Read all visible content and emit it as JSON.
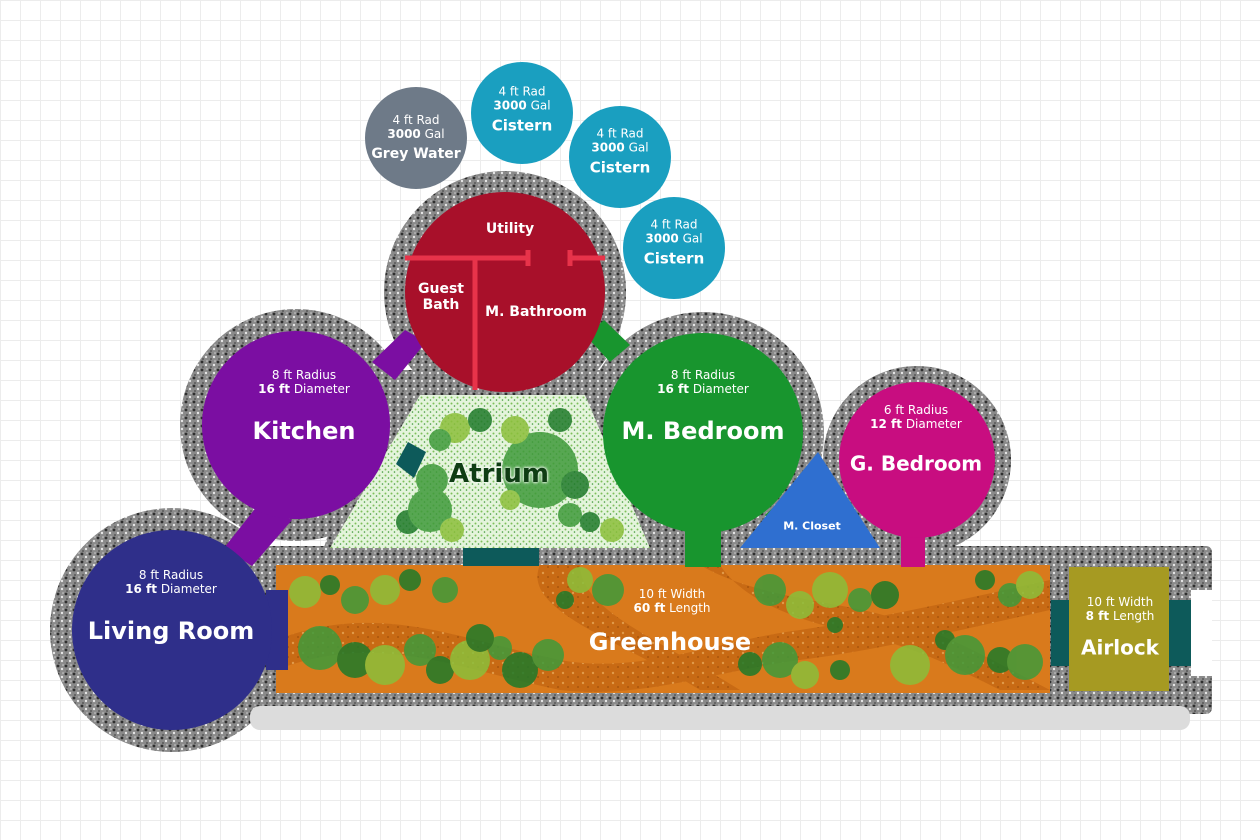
{
  "rooms": {
    "grey_water": {
      "radius": "4 ft Rad",
      "capacity": "3000",
      "capacity_unit": "Gal",
      "name": "Grey Water",
      "color": "#6e7a88"
    },
    "cistern_1": {
      "radius": "4 ft Rad",
      "capacity": "3000",
      "capacity_unit": "Gal",
      "name": "Cistern",
      "color": "#1a9fc0"
    },
    "cistern_2": {
      "radius": "4 ft Rad",
      "capacity": "3000",
      "capacity_unit": "Gal",
      "name": "Cistern",
      "color": "#1a9fc0"
    },
    "cistern_3": {
      "radius": "4 ft Rad",
      "capacity": "3000",
      "capacity_unit": "Gal",
      "name": "Cistern",
      "color": "#1a9fc0"
    },
    "utility": {
      "name": "Utility",
      "color": "#a8102a"
    },
    "guest_bath": {
      "name_line1": "Guest",
      "name_line2": "Bath"
    },
    "master_bathroom": {
      "name": "M. Bathroom"
    },
    "kitchen": {
      "radius_value": "8 ft",
      "radius_word": "Radius",
      "diameter_value": "16 ft",
      "diameter_word": "Diameter",
      "name": "Kitchen",
      "color": "#7b0ea2"
    },
    "master_bedroom": {
      "radius_value": "8 ft",
      "radius_word": "Radius",
      "diameter_value": "16 ft",
      "diameter_word": "Diameter",
      "name": "M. Bedroom",
      "color": "#18952e"
    },
    "guest_bedroom": {
      "radius_value": "6 ft",
      "radius_word": "Radius",
      "diameter_value": "12 ft",
      "diameter_word": "Diameter",
      "name": "G. Bedroom",
      "color": "#c80d80"
    },
    "living_room": {
      "radius_value": "8 ft",
      "radius_word": "Radius",
      "diameter_value": "16 ft",
      "diameter_word": "Diameter",
      "name": "Living Room",
      "color": "#2f2f8a"
    },
    "atrium": {
      "name": "Atrium",
      "color": "#dff2d6"
    },
    "master_closet": {
      "name": "M. Closet",
      "color": "#2f6fd0"
    },
    "greenhouse": {
      "width_value": "10 ft",
      "width_word": "Width",
      "length_value": "60 ft",
      "length_word": "Length",
      "name": "Greenhouse",
      "color": "#d97a1c"
    },
    "airlock": {
      "width_value": "10 ft",
      "width_word": "Width",
      "length_value": "8 ft",
      "length_word": "Length",
      "name": "Airlock",
      "color": "#a69a22"
    }
  },
  "colors": {
    "berm": "#7a7a7a",
    "door": "#0d5a5a",
    "wall_line": "#e8334a",
    "foliage_dark": "#1f7a2a",
    "foliage_light": "#8bbf3a"
  }
}
